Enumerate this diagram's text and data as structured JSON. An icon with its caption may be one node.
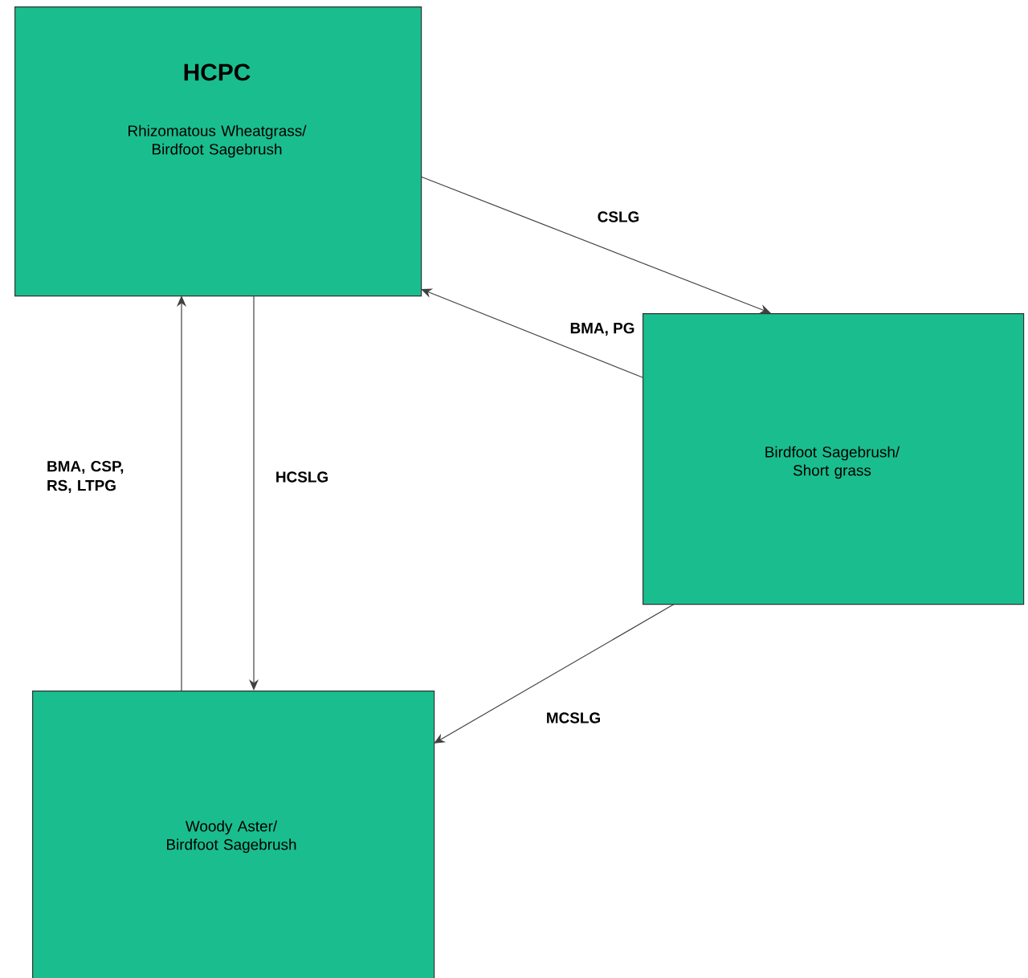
{
  "diagram": {
    "nodes": [
      {
        "text": [
          "HCPC",
          "Rhizomatous Wheatgrass/ Birdfoot Sagebrush"
        ]
      },
      {
        "text": [
          "Birdfoot Sagebrush/ Short grass"
        ]
      },
      {
        "text": [
          "Woody Aster/ Birdfoot Sagebrush"
        ]
      }
    ],
    "edges": [
      {
        "from": 0,
        "to": 1,
        "arrow": "to",
        "label": "CSLG"
      },
      {
        "from": 1,
        "to": 0,
        "arrow": "to",
        "label": "BMA, PG"
      },
      {
        "from": 0,
        "to": 2,
        "arrow": "to",
        "label": "HCSLG"
      },
      {
        "from": 2,
        "to": 0,
        "arrow": "to",
        "label": "BMA, CSP, RS, LTPG"
      },
      {
        "from": 1,
        "to": 2,
        "arrow": "to",
        "label": "MCSLG"
      }
    ]
  }
}
